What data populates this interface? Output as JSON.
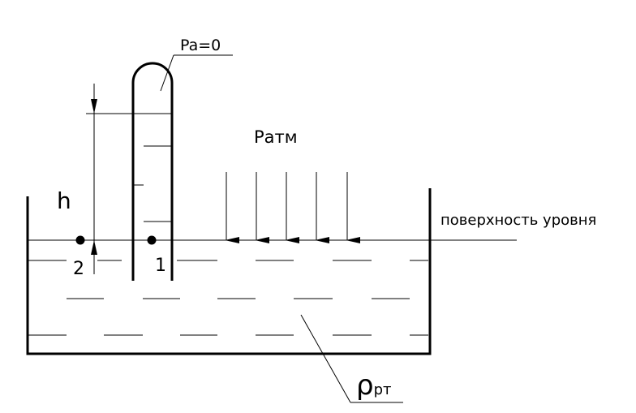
{
  "labels": {
    "vacuum_pressure": "Pa=0",
    "atmospheric_pressure": "Pатм",
    "height": "h",
    "level_surface": "поверхность уровня",
    "point_1": "1",
    "point_2": "2",
    "density_symbol": "ρ",
    "density_subscript": "рт"
  },
  "atmospheric_arrow_count": 5
}
